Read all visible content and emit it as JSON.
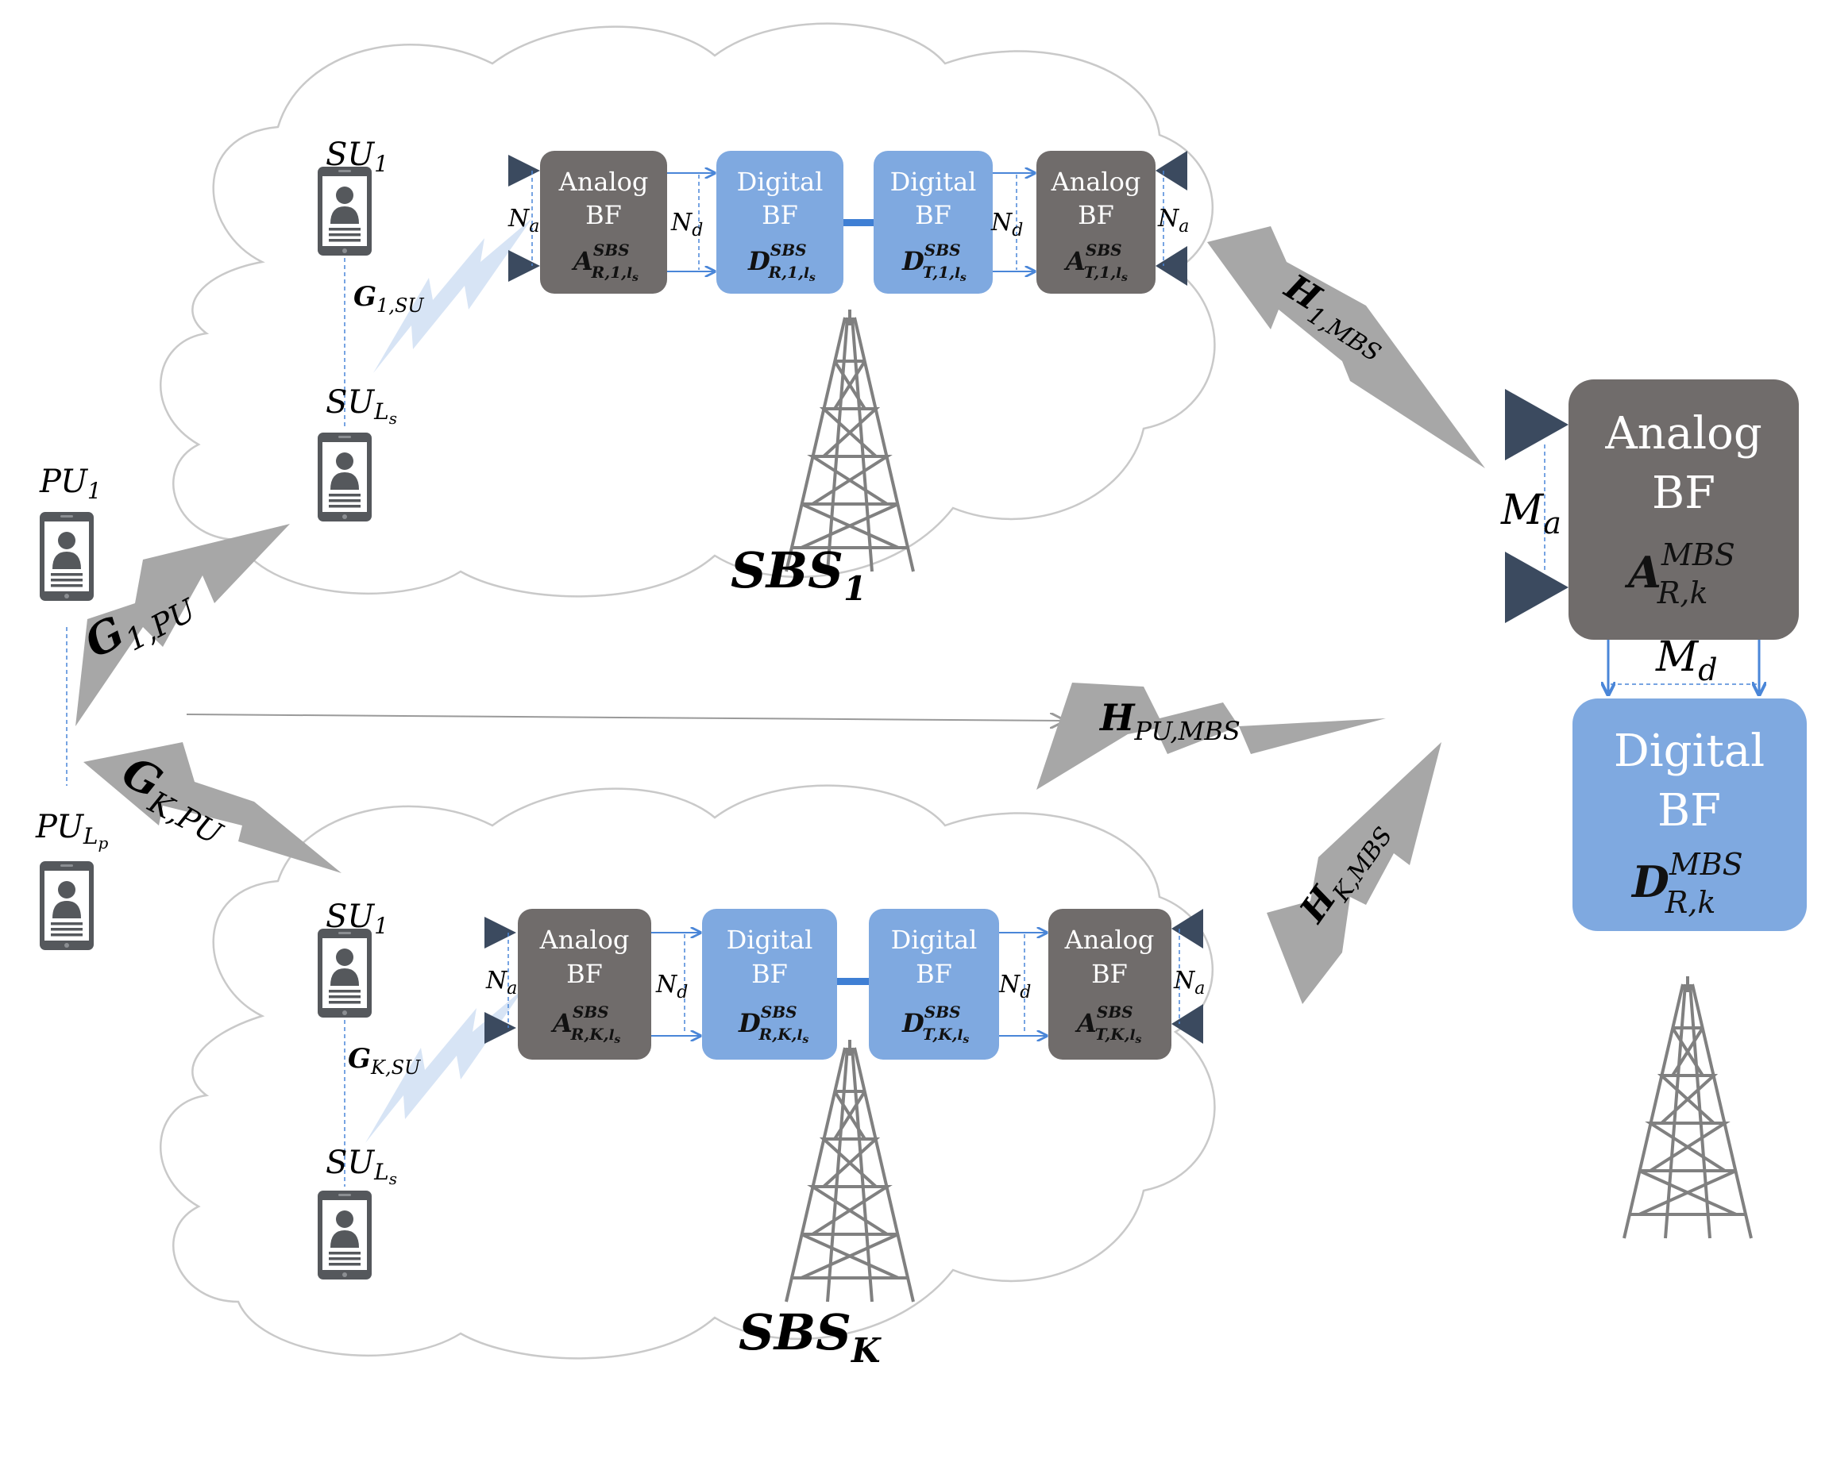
{
  "colors": {
    "analog_box": "#706c6b",
    "digital_box": "#7fa9e0",
    "antenna": "#3b4a5f",
    "wire": "#4a86d8",
    "cloud_stroke": "#c9c9c9",
    "bolt": "#a7a7a7",
    "bolt_light": "#d7e4f5",
    "tower": "#808080",
    "phone": "#55585c"
  },
  "icons": [
    "phone-icon",
    "antenna-icon",
    "tower-icon",
    "cloud-shape",
    "lightning-bolt-icon"
  ],
  "cell1": {
    "su_top": {
      "base": "SU",
      "sub": "1"
    },
    "su_bottom": {
      "base": "SU",
      "sub": "L",
      "subsub": "s"
    },
    "g_su": {
      "base": "G",
      "sub": "1,SU"
    },
    "rx_analog": {
      "line1": "Analog",
      "line2": "BF",
      "sym": "A",
      "sup": "SBS",
      "sub": "R,1,",
      "subsub": "l",
      "subsubsub": "s"
    },
    "rx_digital": {
      "line1": "Digital",
      "line2": "BF",
      "sym": "D",
      "sup": "SBS",
      "sub": "R,1,",
      "subsub": "l",
      "subsubsub": "s"
    },
    "tx_digital": {
      "line1": "Digital",
      "line2": "BF",
      "sym": "D",
      "sup": "SBS",
      "sub": "T,1,",
      "subsub": "l",
      "subsubsub": "s"
    },
    "tx_analog": {
      "line1": "Analog",
      "line2": "BF",
      "sym": "A",
      "sup": "SBS",
      "sub": "T,1,",
      "subsub": "l",
      "subsubsub": "s"
    },
    "na_left": {
      "base": "N",
      "sub": "a"
    },
    "nd_left": {
      "base": "N",
      "sub": "d"
    },
    "nd_right": {
      "base": "N",
      "sub": "d"
    },
    "na_right": {
      "base": "N",
      "sub": "a"
    },
    "sbs": {
      "base": "SBS",
      "sub": "1"
    }
  },
  "cellK": {
    "su_top": {
      "base": "SU",
      "sub": "1"
    },
    "su_bottom": {
      "base": "SU",
      "sub": "L",
      "subsub": "s"
    },
    "g_su": {
      "base": "G",
      "sub": "K,SU"
    },
    "rx_analog": {
      "line1": "Analog",
      "line2": "BF",
      "sym": "A",
      "sup": "SBS",
      "sub": "R,K,",
      "subsub": "l",
      "subsubsub": "s"
    },
    "rx_digital": {
      "line1": "Digital",
      "line2": "BF",
      "sym": "D",
      "sup": "SBS",
      "sub": "R,K,",
      "subsub": "l",
      "subsubsub": "s"
    },
    "tx_digital": {
      "line1": "Digital",
      "line2": "BF",
      "sym": "D",
      "sup": "SBS",
      "sub": "T,K,",
      "subsub": "l",
      "subsubsub": "s"
    },
    "tx_analog": {
      "line1": "Analog",
      "line2": "BF",
      "sym": "A",
      "sup": "SBS",
      "sub": "T,K,",
      "subsub": "l",
      "subsubsub": "s"
    },
    "na_left": {
      "base": "N",
      "sub": "a"
    },
    "nd_left": {
      "base": "N",
      "sub": "d"
    },
    "nd_right": {
      "base": "N",
      "sub": "d"
    },
    "na_right": {
      "base": "N",
      "sub": "a"
    },
    "sbs": {
      "base": "SBS",
      "sub": "K"
    }
  },
  "primary_users": {
    "top": {
      "base": "PU",
      "sub": "1"
    },
    "bottom": {
      "base": "PU",
      "sub": "L",
      "subsub": "p"
    }
  },
  "links": {
    "g1pu": {
      "base": "G",
      "sub": "1,PU"
    },
    "gkpu": {
      "base": "G",
      "sub": "K,PU"
    },
    "h1mbs": {
      "base": "H",
      "sub": "1,MBS"
    },
    "hpumbs": {
      "base": "H",
      "sub": "PU,MBS"
    },
    "hkmbs": {
      "base": "H",
      "sub": "K,MBS"
    }
  },
  "mbs": {
    "analog": {
      "line1": "Analog",
      "line2": "BF",
      "sym": "A",
      "sup": "MBS",
      "sub": "R,k"
    },
    "digital": {
      "line1": "Digital",
      "line2": "BF",
      "sym": "D",
      "sup": "MBS",
      "sub": "R,k"
    },
    "ma": {
      "base": "M",
      "sub": "a"
    },
    "md": {
      "base": "M",
      "sub": "d"
    }
  }
}
